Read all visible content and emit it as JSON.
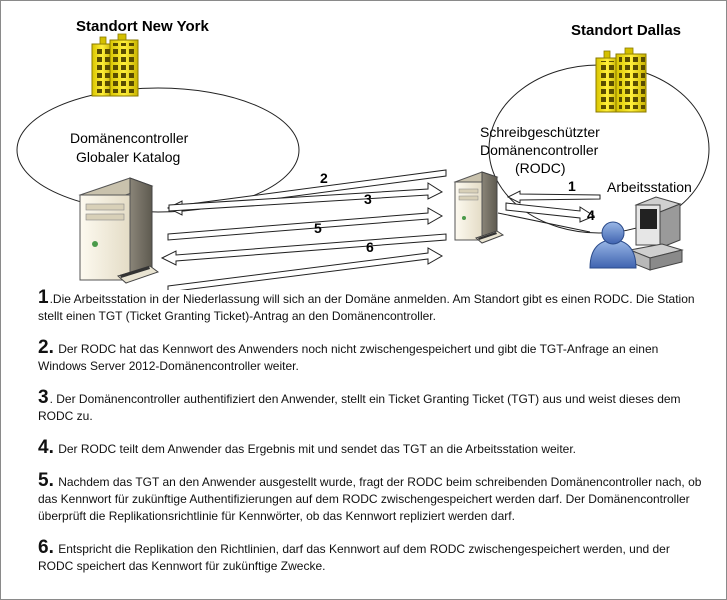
{
  "sites": {
    "left_title": "Standort New York",
    "right_title": "Standort Dallas"
  },
  "labels": {
    "left_line1": "Domänencontroller",
    "left_line2": "Globaler Katalog",
    "right_line1": "Schreibgeschützter",
    "right_line2": "Domänencontroller",
    "right_line3": "(RODC)",
    "workstation": "Arbeitsstation"
  },
  "arrow_numbers": [
    "1",
    "2",
    "3",
    "4",
    "5",
    "6"
  ],
  "steps": [
    {
      "num": "1",
      "text": ".Die Arbeitsstation in der Niederlassung will sich an der Domäne anmelden. Am Standort gibt es einen RODC. Die Station stellt einen TGT (Ticket Granting Ticket)-Antrag an den Domänencontroller."
    },
    {
      "num": "2.",
      "text": " Der RODC hat das Kennwort des Anwenders noch nicht zwischengespeichert und gibt die TGT-Anfrage an einen Windows Server 2012-Domänencontroller weiter."
    },
    {
      "num": "3",
      "text": ". Der Domänencontroller authentifiziert den Anwender, stellt ein Ticket Granting Ticket (TGT) aus und weist dieses dem RODC zu."
    },
    {
      "num": "4.",
      "text": " Der RODC teilt dem Anwender das Ergebnis mit und sendet das TGT an die Arbeitsstation weiter."
    },
    {
      "num": "5.",
      "text": " Nachdem das TGT an den Anwender ausgestellt wurde, fragt der RODC beim schreibenden Domänencontroller nach, ob das Kennwort für zukünftige Authentifizierungen auf dem RODC zwischengespeichert werden darf. Der Domänencontroller überprüft die Replikationsrichtlinie für Kennwörter, ob das Kennwort repliziert werden darf."
    },
    {
      "num": "6.",
      "text": " Entspricht die Replikation den Richtlinien, darf das Kennwort auf dem RODC zwischengespeichert werden, und der RODC speichert das Kennwort für zukünftige Zwecke."
    }
  ]
}
